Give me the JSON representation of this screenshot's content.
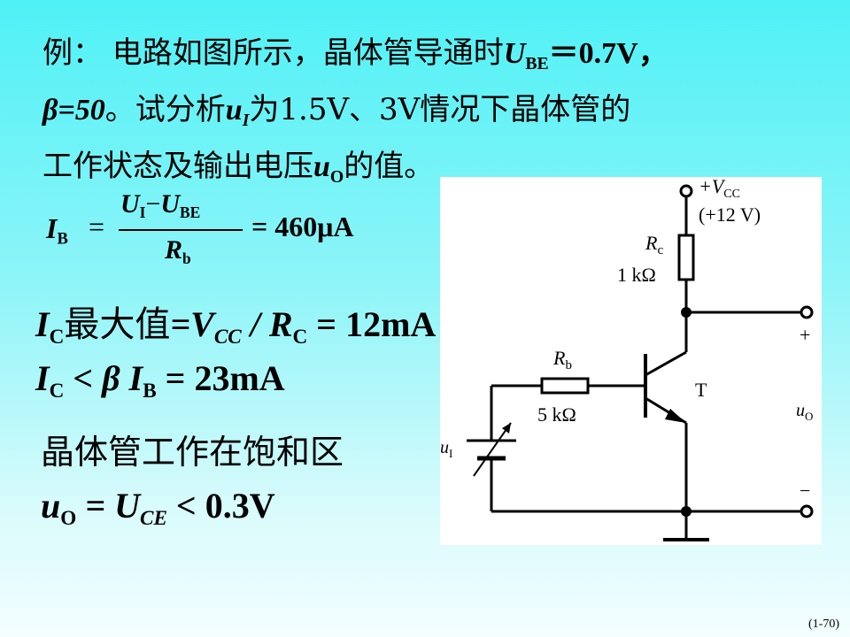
{
  "problem": {
    "line1_prefix": "例：  电路如图所示，晶体管导通时",
    "ube_var": "U",
    "ube_sub": "BE",
    "line1_value": "＝0.7V，",
    "beta_eq": "β=50",
    "line2_mid": "。试分析",
    "ui_var": "u",
    "ui_sub": "I",
    "line2_end": "为1.5V、3V情况下晶体管的",
    "line3_text": "工作状态及输出电压",
    "uo_var": "u",
    "uo_sub": "O",
    "line3_end": "的值。"
  },
  "formulas": {
    "ib_lhs": "I",
    "ib_lhs_sub": "B",
    "ib_eq": "=",
    "ib_num_a": "U",
    "ib_num_a_sub": "I",
    "ib_minus": "−",
    "ib_num_b": "U",
    "ib_num_b_sub": "BE",
    "ib_den": "R",
    "ib_den_sub": "b",
    "ib_result": "= 460μA",
    "ic_max_i": "I",
    "ic_max_sub": "C",
    "ic_max_text": "最大值",
    "ic_max_expr1": "=V",
    "ic_max_cc": "CC",
    "ic_max_expr2": " / R",
    "ic_max_c": "C",
    "ic_max_result": " = 12mA",
    "ic_cmp_i": "I",
    "ic_cmp_sub": "C",
    "ic_cmp_expr": " < β I",
    "ic_cmp_b": "B",
    "ic_cmp_result": " = 23mA",
    "conclusion": "晶体管工作在饱和区",
    "uo_lhs": "u",
    "uo_sub": "O",
    "uo_expr": " = U",
    "uo_ce": "CE",
    "uo_result": " < 0.3V"
  },
  "circuit": {
    "vcc_label": "+V",
    "vcc_sub": "CC",
    "vcc_value": "(+12 V)",
    "rc_label": "R",
    "rc_sub": "c",
    "rc_value": "1 kΩ",
    "rb_label": "R",
    "rb_sub": "b",
    "rb_value": "5 kΩ",
    "transistor_label": "T",
    "ui_label": "u",
    "ui_sub": "I",
    "uo_label": "u",
    "uo_sub": "O",
    "plus": "+",
    "minus": "−"
  },
  "page_number": "(1-70)"
}
